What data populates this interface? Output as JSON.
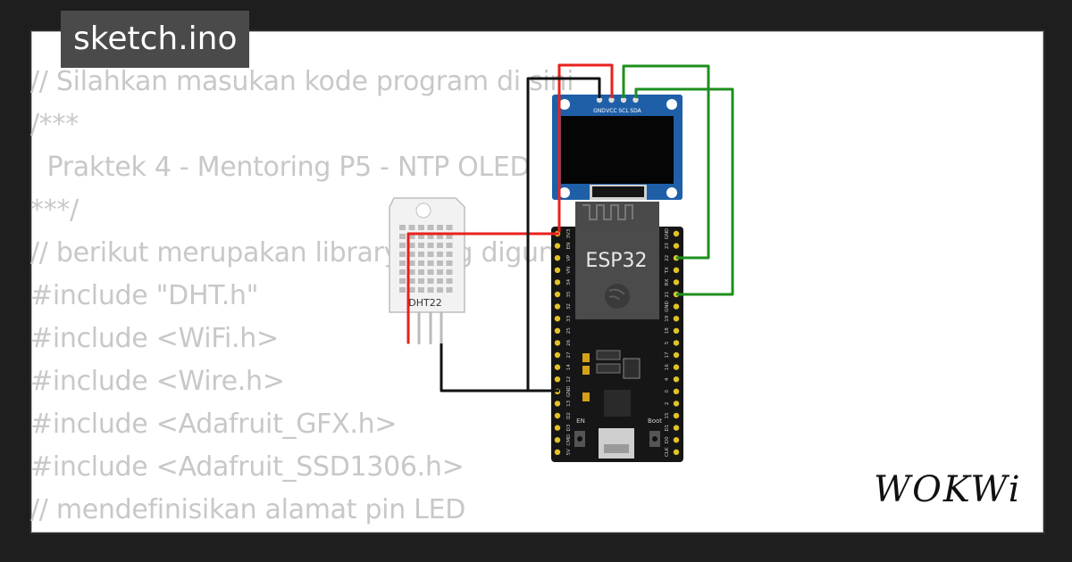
{
  "file_tab": {
    "label": "sketch.ino"
  },
  "code_lines": [
    "// Silahkan masukan kode program di sini",
    "/***",
    "  Praktek 4 - Mentoring P5 - NTP OLED",
    "***/",
    "// berikut merupakan library yang digunakan",
    "#include \"DHT.h\"",
    "#include <WiFi.h>",
    "#include <Wire.h>",
    "#include <Adafruit_GFX.h>",
    "#include <Adafruit_SSD1306.h>",
    "// mendefinisikan alamat pin LED"
  ],
  "components": {
    "oled": {
      "pins": [
        "GND",
        "VCC",
        "SCL",
        "SDA"
      ]
    },
    "dht": {
      "label": "DHT22"
    },
    "esp32": {
      "label": "ESP32",
      "left_pins": [
        "3V3",
        "EN",
        "VP",
        "VN",
        "34",
        "35",
        "32",
        "33",
        "25",
        "26",
        "27",
        "14",
        "12",
        "GND",
        "13",
        "D2",
        "D3",
        "CMD",
        "5V"
      ],
      "right_pins": [
        "GND",
        "23",
        "22",
        "TX",
        "RX",
        "21",
        "GND",
        "19",
        "18",
        "5",
        "17",
        "16",
        "4",
        "0",
        "2",
        "15",
        "D1",
        "D0",
        "CLK"
      ],
      "en_label": "EN",
      "boot_label": "Boot"
    }
  },
  "wire_colors": {
    "red": "#e8211d",
    "black": "#111111",
    "green": "#1e8f1e"
  },
  "brand": {
    "logo_text": "WOKWi"
  }
}
